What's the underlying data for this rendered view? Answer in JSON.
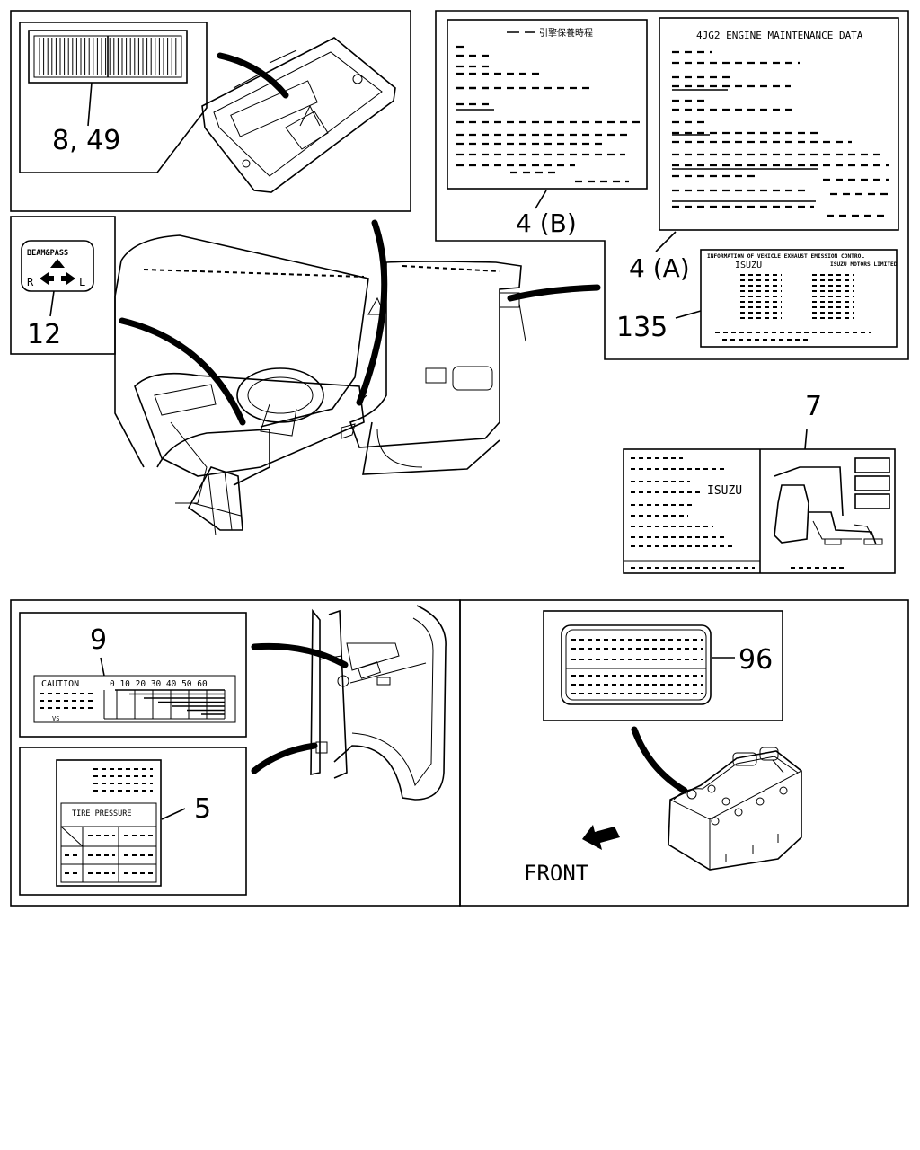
{
  "callouts": {
    "vent_grille": "8, 49",
    "beam_switch": "12",
    "jp_label": "4 (B)",
    "maintenance_label": "4 (A)",
    "emission_label": "135",
    "vacuum_label": "7",
    "caution_label": "9",
    "tire_label": "5",
    "battery_label": "96"
  },
  "beam_switch": {
    "title": "BEAM&PASS",
    "left_letter": "R",
    "right_letter": "L"
  },
  "labels": {
    "jp_title": "引擎保養時程",
    "maintenance_title": "4JG2 ENGINE MAINTENANCE DATA",
    "emission_title": "INFORMATION OF VEHICLE EXHAUST EMISSION CONTROL",
    "emission_brand": "ISUZU",
    "emission_maker": "ISUZU MOTORS LIMITED",
    "vacuum_brand": "ISUZU",
    "caution_title": "CAUTION",
    "caution_scale": "0  10  20  30  40  50  60",
    "caution_footer": "VS",
    "tire_title": "TIRE PRESSURE",
    "front": "FRONT"
  }
}
